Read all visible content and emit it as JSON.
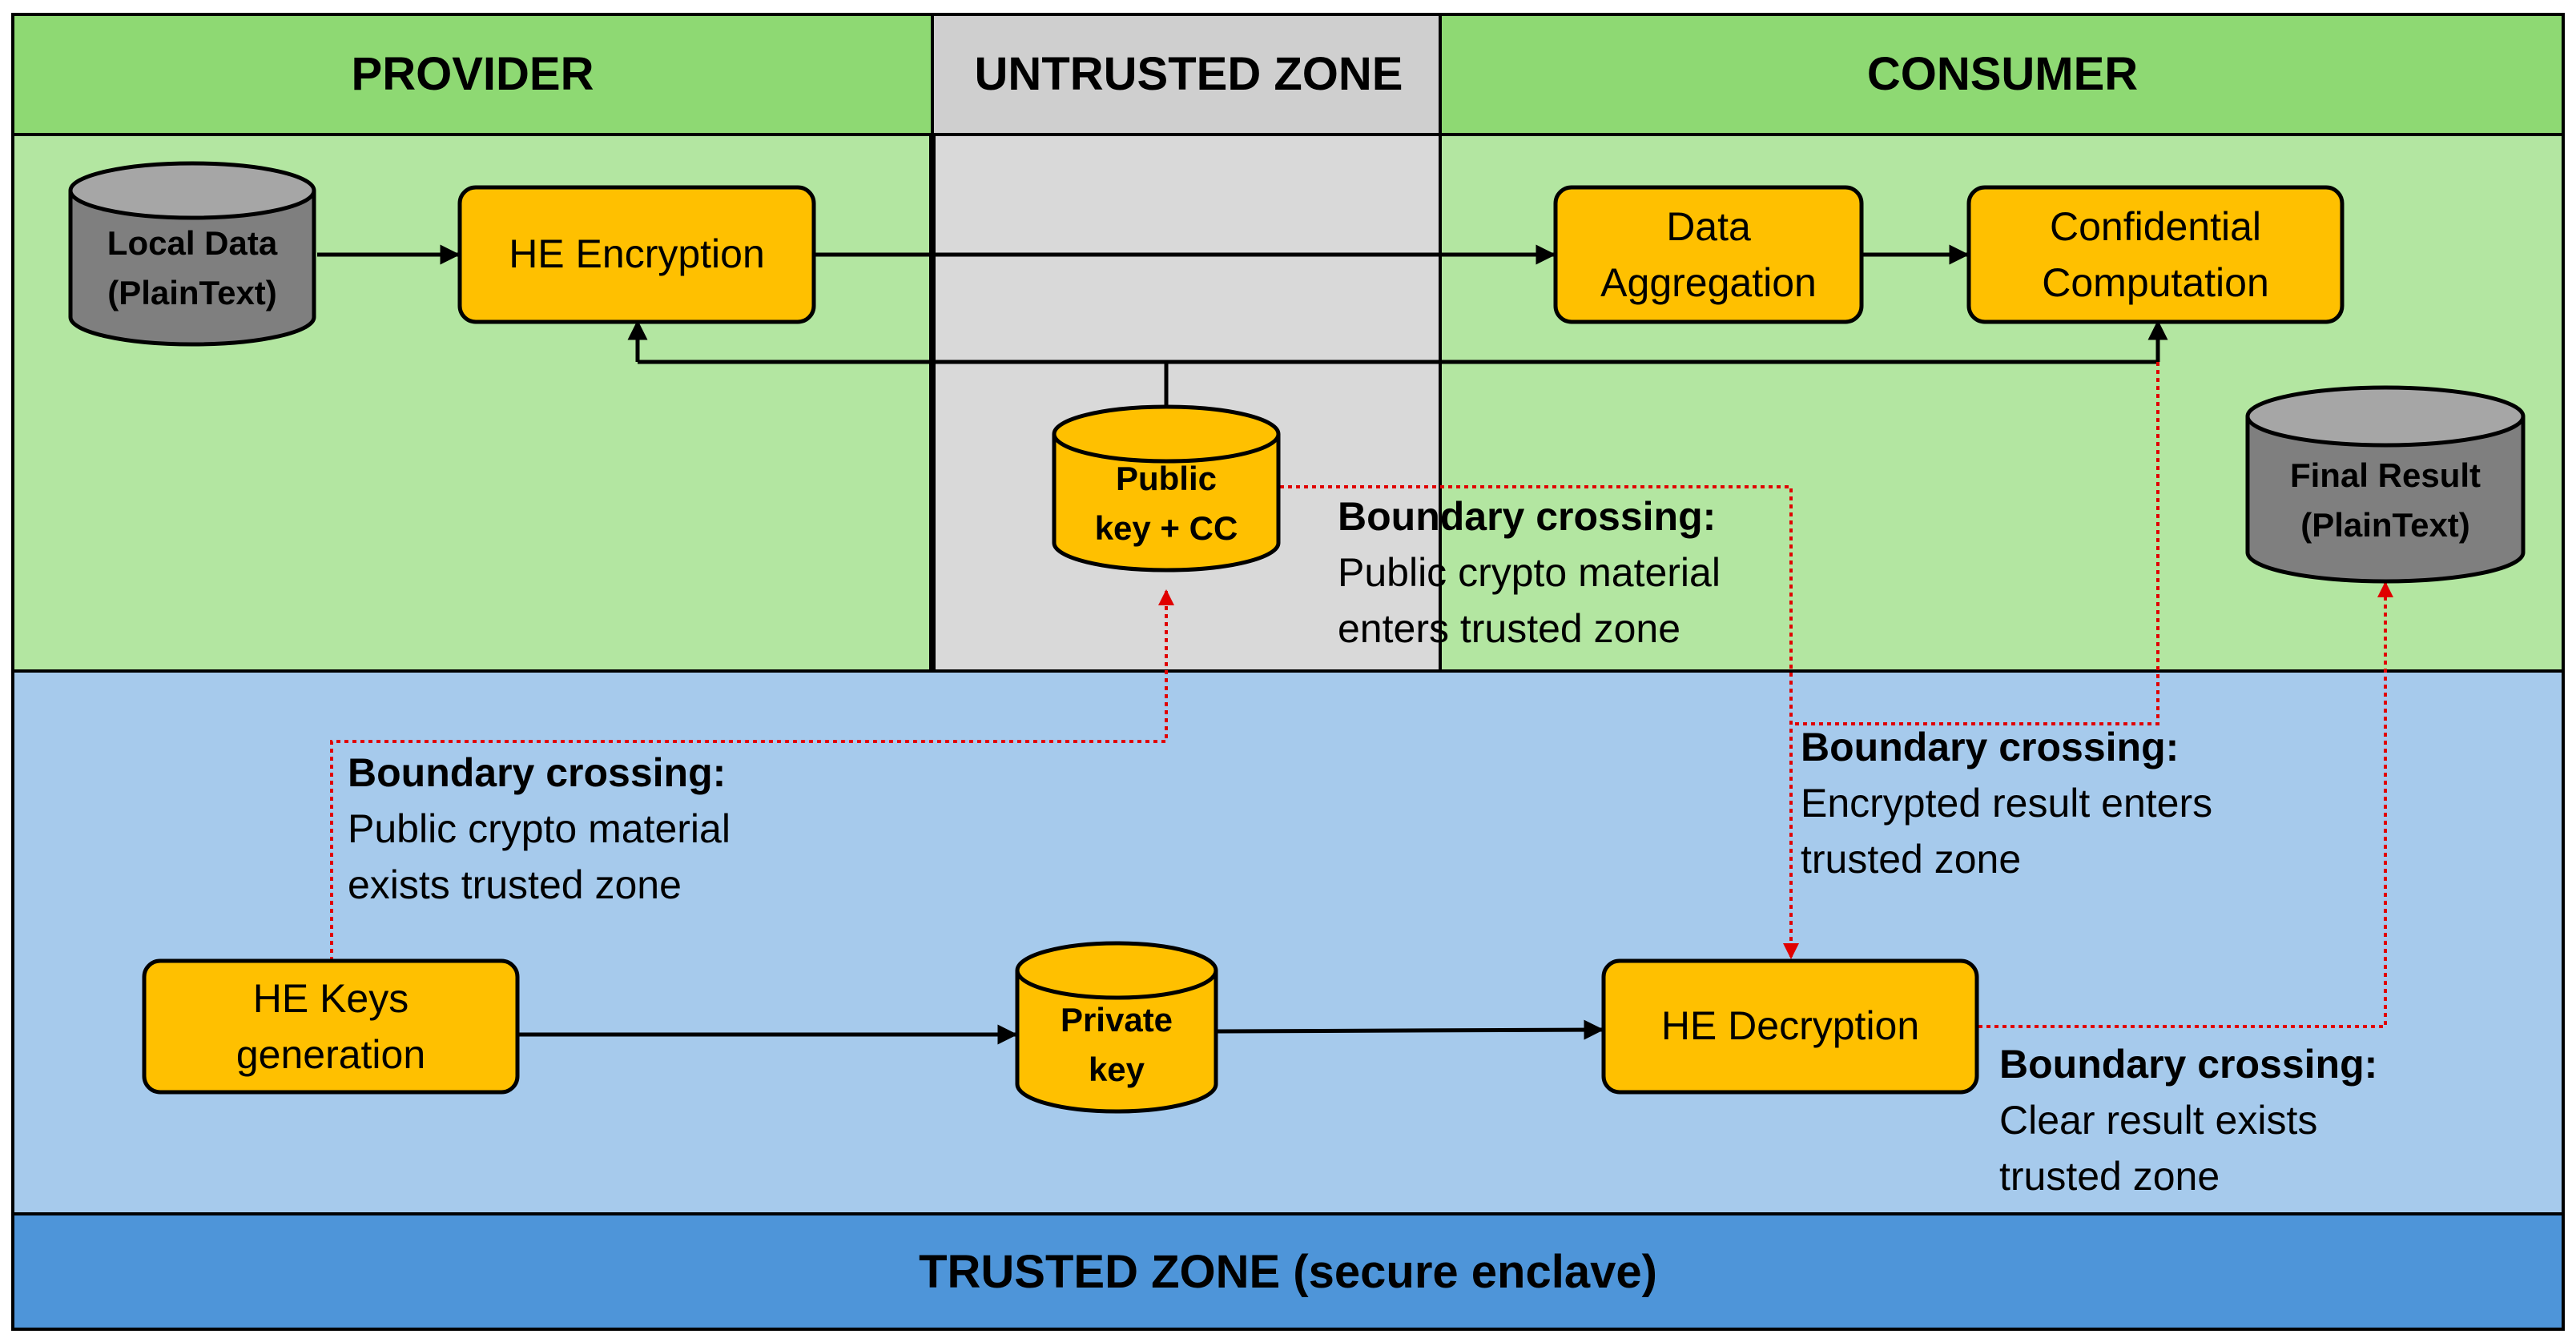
{
  "zones": {
    "provider": "PROVIDER",
    "untrusted": "UNTRUSTED ZONE",
    "consumer": "CONSUMER",
    "trusted": "TRUSTED ZONE (secure enclave)"
  },
  "nodes": {
    "local_data": [
      "Local Data",
      "(PlainText)"
    ],
    "he_encryption": [
      "HE Encryption"
    ],
    "data_aggregation": [
      "Data",
      "Aggregation"
    ],
    "confidential_computation": [
      "Confidential",
      "Computation"
    ],
    "public_key_cc": [
      "Public",
      "key + CC"
    ],
    "final_result": [
      "Final Result",
      "(PlainText)"
    ],
    "he_keys_generation": [
      "HE Keys",
      "generation"
    ],
    "private_key": [
      "Private",
      "key"
    ],
    "he_decryption": [
      "HE Decryption"
    ]
  },
  "annotations": {
    "crossing_1": [
      "Boundary crossing:",
      "Public crypto material",
      "enters trusted zone"
    ],
    "crossing_2": [
      "Boundary crossing:",
      "Public crypto material",
      "exists trusted zone"
    ],
    "crossing_3": [
      "Boundary crossing:",
      "Encrypted result enters",
      "trusted zone"
    ],
    "crossing_4": [
      "Boundary crossing:",
      "Clear result exists",
      "trusted zone"
    ]
  },
  "colors": {
    "provider_header": "#8ED973",
    "consumer_header": "#8ED973",
    "green_body": "#B3E6A1",
    "untrusted_header": "#CFCFCF",
    "untrusted_body": "#D9D9D9",
    "trusted_body": "#A6CAEC",
    "trusted_banner": "#4E95D9",
    "process_fill": "#FFC000",
    "db_gray": "#7F7F7F",
    "boundary_arrow": "#E00000"
  }
}
